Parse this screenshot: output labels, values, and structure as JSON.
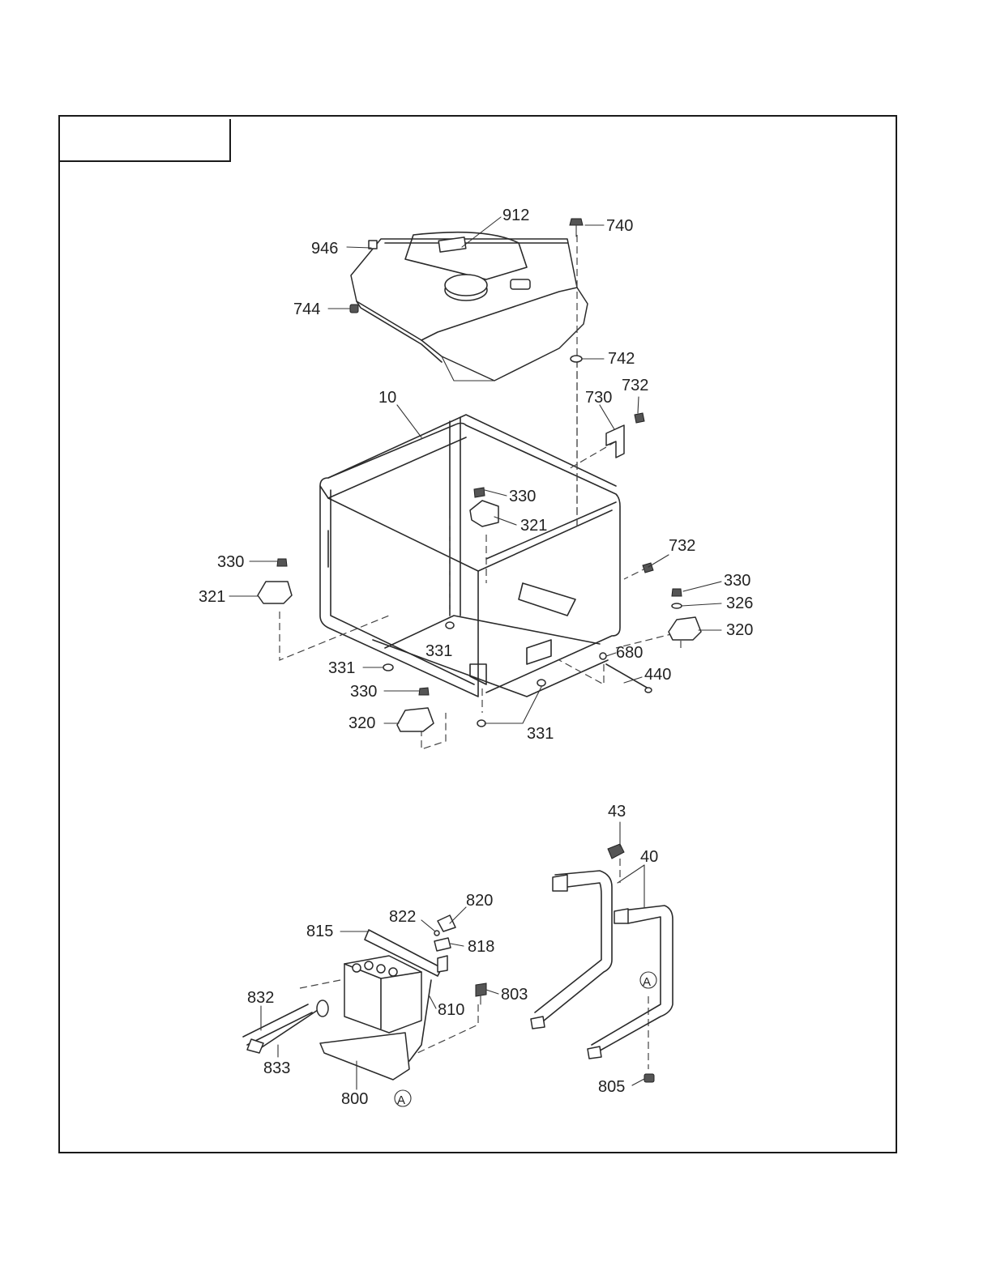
{
  "callouts": {
    "c912": "912",
    "c740": "740",
    "c946": "946",
    "c744": "744",
    "c742": "742",
    "c10": "10",
    "c730": "730",
    "c732a": "732",
    "c330a": "330",
    "c321a": "321",
    "c732b": "732",
    "c330b": "330",
    "c321b": "321",
    "c330c": "330",
    "c326": "326",
    "c320a": "320",
    "c331a": "331",
    "c680": "680",
    "c331b": "331",
    "c440": "440",
    "c330d": "330",
    "c320b": "320",
    "c331c": "331",
    "c43": "43",
    "c40": "40",
    "c820": "820",
    "c822": "822",
    "c815": "815",
    "c818": "818",
    "c803": "803",
    "c832": "832",
    "c810": "810",
    "c833": "833",
    "c800": "800",
    "c805": "805",
    "mark_a1": "A",
    "mark_a2": "A"
  }
}
